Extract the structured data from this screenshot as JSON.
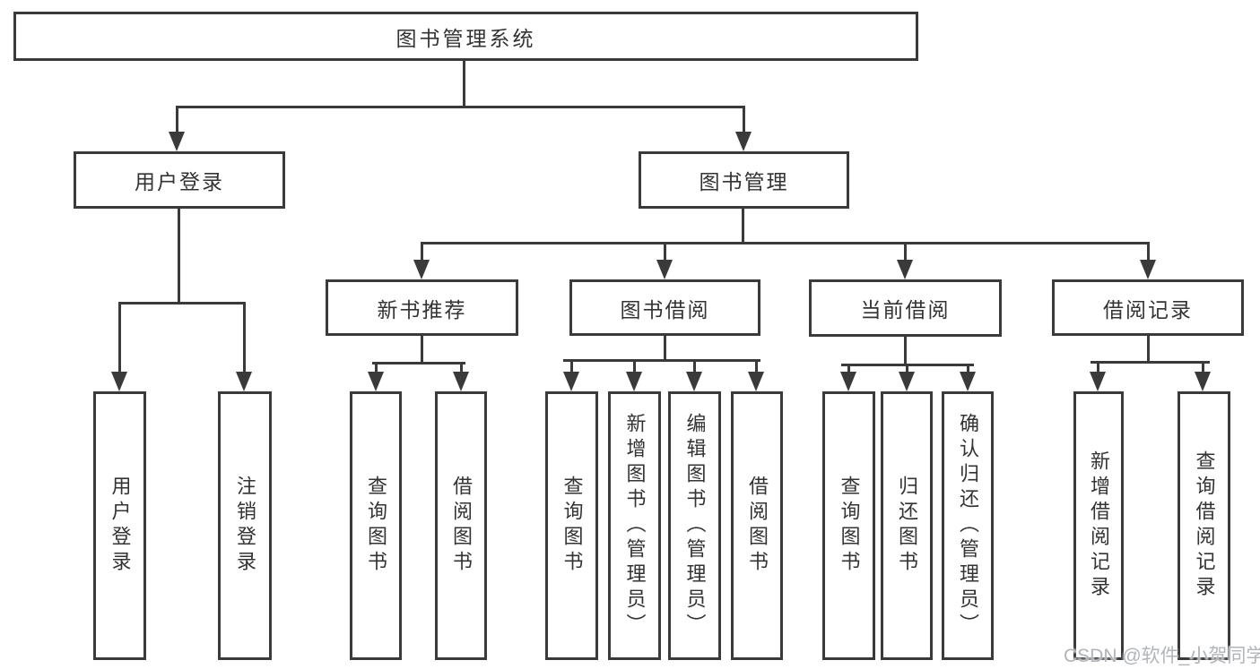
{
  "tree": {
    "label": "图书管理系统",
    "children": [
      {
        "label": "用户登录",
        "children": [
          {
            "label": "用户登录"
          },
          {
            "label": "注销登录"
          }
        ]
      },
      {
        "label": "图书管理",
        "children": [
          {
            "label": "新书推荐",
            "children": [
              {
                "label": "查询图书"
              },
              {
                "label": "借阅图书"
              }
            ]
          },
          {
            "label": "图书借阅",
            "children": [
              {
                "label": "查询图书"
              },
              {
                "label": "新增图书（管理员）"
              },
              {
                "label": "编辑图书（管理员）"
              },
              {
                "label": "借阅图书"
              }
            ]
          },
          {
            "label": "当前借阅",
            "children": [
              {
                "label": "查询图书"
              },
              {
                "label": "归还图书"
              },
              {
                "label": "确认归还（管理员）"
              }
            ]
          },
          {
            "label": "借阅记录",
            "children": [
              {
                "label": "新增借阅记录"
              },
              {
                "label": "查询借阅记录"
              }
            ]
          }
        ]
      }
    ]
  },
  "watermark": {
    "text": "CSDN @软件_小贺同学"
  },
  "colors": {
    "line": "#3a3a3a",
    "text": "#333333",
    "background": "#ffffff",
    "watermark": "#b0b5ba"
  }
}
